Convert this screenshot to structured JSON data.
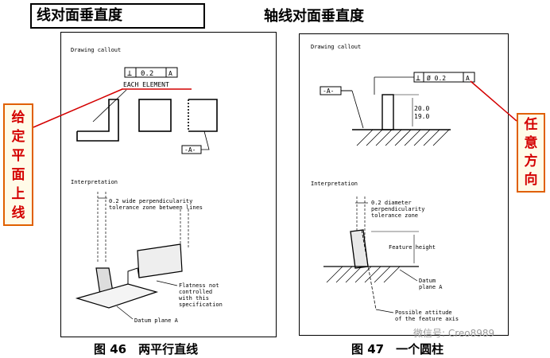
{
  "left_title": "线对面垂直度",
  "right_title": "轴线对面垂直度",
  "left_annotation": [
    "给",
    "定",
    "平",
    "面",
    "上",
    "线"
  ],
  "right_annotation": [
    "任",
    "意",
    "方",
    "向"
  ],
  "left_caption": "图 46　两平行直线",
  "right_caption": "图 47　一个圆柱",
  "watermark": "微信号: Creo8989",
  "fig46": {
    "drawing_callout": "Drawing callout",
    "fcf_symbol": "⊥",
    "fcf_tolerance": "0.2",
    "fcf_datum": "A",
    "each_element": "EACH ELEMENT",
    "datum_label": "-A-",
    "interpretation": "Interpretation",
    "zone_note_1": "0.2 wide perpendicularity",
    "zone_note_2": "tolerance zone between lines",
    "flat_note_1": "Flatness not",
    "flat_note_2": "controlled",
    "flat_note_3": "with this",
    "flat_note_4": "specification",
    "datum_plane": "Datum plane A"
  },
  "fig47": {
    "drawing_callout": "Drawing callout",
    "fcf_symbol": "⊥",
    "fcf_tolerance": "Ø 0.2",
    "fcf_datum": "A",
    "datum_label": "-A-",
    "dim_upper": "20.0",
    "dim_lower": "19.0",
    "interpretation": "Interpretation",
    "zone_note_1": "0.2 diameter",
    "zone_note_2": "perpendicularity",
    "zone_note_3": "tolerance zone",
    "feature_height": "Feature height",
    "datum_plane_1": "Datum",
    "datum_plane_2": "plane A",
    "attitude_1": "Possible attitude",
    "attitude_2": "of the feature axis"
  }
}
